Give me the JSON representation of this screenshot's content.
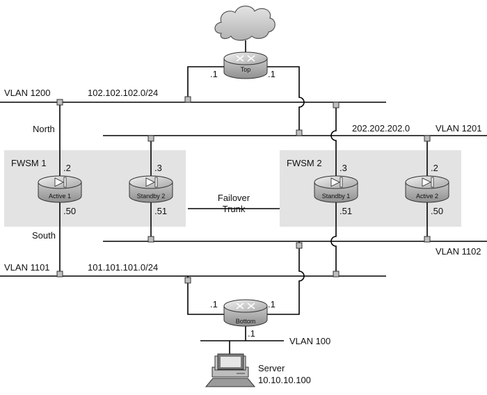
{
  "cloud": {
    "name": "internet-cloud"
  },
  "routers": {
    "top": {
      "label": "Top",
      "left_ip": ".1",
      "right_ip": ".1"
    },
    "bottom": {
      "label": "Bottom",
      "left_ip": ".1",
      "right_ip": ".1",
      "down_ip": ".1"
    }
  },
  "vlans": {
    "v1200": {
      "name": "VLAN 1200",
      "subnet": "102.102.102.0/24",
      "side": "North"
    },
    "v1201": {
      "name": "VLAN 1201",
      "subnet": "202.202.202.0"
    },
    "v1102": {
      "name": "VLAN 1102"
    },
    "v1101": {
      "name": "VLAN 1101",
      "subnet": "101.101.101.0/24",
      "side": "South"
    },
    "v100": {
      "name": "VLAN 100"
    }
  },
  "fwsm1": {
    "title": "FWSM 1",
    "active": {
      "label": "Active 1",
      "north_ip": ".2",
      "south_ip": ".50"
    },
    "standby": {
      "label": "Standby 2",
      "north_ip": ".3",
      "south_ip": ".51"
    }
  },
  "fwsm2": {
    "title": "FWSM 2",
    "standby": {
      "label": "Standby 1",
      "north_ip": ".3",
      "south_ip": ".51"
    },
    "active": {
      "label": "Active 2",
      "north_ip": ".2",
      "south_ip": ".50"
    }
  },
  "failover": {
    "line1": "Failover",
    "line2": "Trunk"
  },
  "server": {
    "name": "Server",
    "ip": "10.10.10.100"
  },
  "colors": {
    "module_box": "#e3e3e3",
    "device_body": "#b9b9b9",
    "device_top": "#d6d6d6",
    "cloud": "#cfcfcf"
  }
}
